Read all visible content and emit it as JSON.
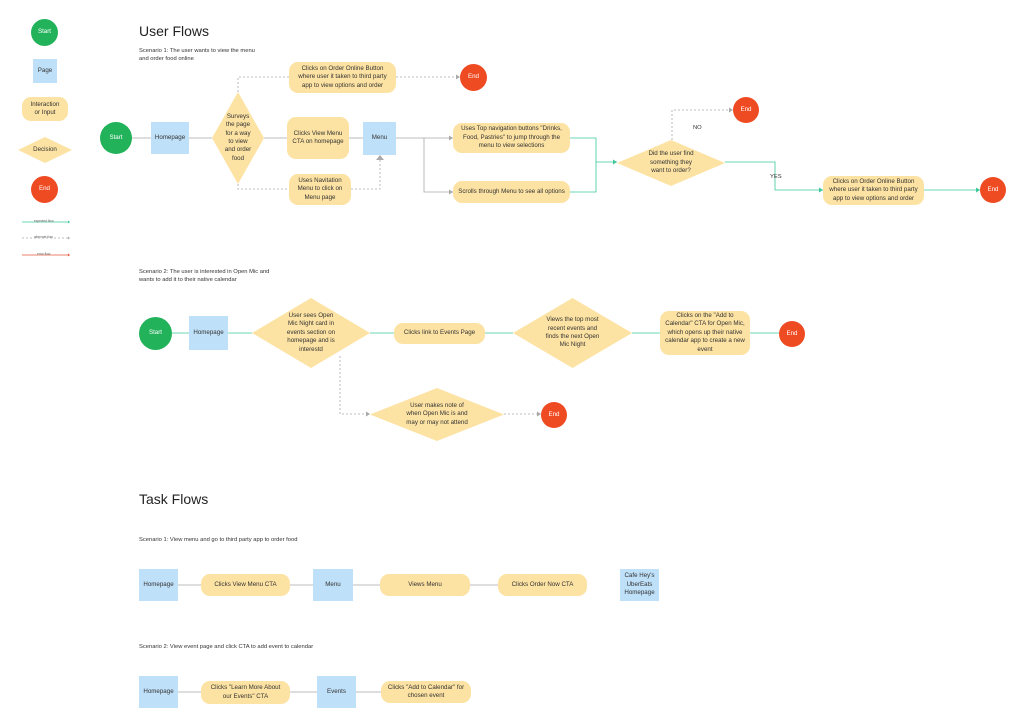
{
  "legend": {
    "start": "Start",
    "page": "Page",
    "interaction": "Interaction or Input",
    "decision": "Decision",
    "end": "End",
    "expected_flow": "expected flow",
    "alternate_flow": "alternate flow",
    "error_flow": "error flow"
  },
  "colors": {
    "start": "#22b25a",
    "end": "#ef4b23",
    "page": "#bfe0f9",
    "action": "#fde3a3",
    "expected_flow": "#3cc79a",
    "alternate_flow": "#a9a9a9",
    "error_flow": "#e8563a"
  },
  "user_flows": {
    "title": "User Flows",
    "scenario1": {
      "caption": "Scenario 1: The user wants to view the menu and order food online",
      "start": "Start",
      "homepage": "Homepage",
      "surveys": "Surveys the page for a way to view and order food",
      "order_online_top": "Clicks on Order Online Button where user it taken to third party app to view options and order",
      "end_top": "End",
      "view_menu_cta": "Clicks View Menu CTA on homepage",
      "nav_menu": "Uses Navitation Menu to click on Menu page",
      "menu": "Menu",
      "top_nav_buttons": "Uses Top navigation buttons \"Drinks, Food, Pastries\" to jump through the menu to view selections",
      "scrolls": "Scrolls through Menu to see all options",
      "did_find": "Did the user find something they want to order?",
      "no_label": "NO",
      "end_no": "End",
      "yes_label": "YES",
      "order_online_right": "Clicks on Order Online Button where user it taken to third party app to view options and order",
      "end_right": "End"
    },
    "scenario2": {
      "caption": "Scenario 2: The user is interested in Open Mic and wants to add it to their native calendar",
      "start": "Start",
      "homepage": "Homepage",
      "sees_card": "User sees Open Mic Night card in events section on homepage and is interestd",
      "events_link": "Clicks link to Events Page",
      "views_events": "Views the top most recent events and finds the next Open Mic Night",
      "add_calendar": "Clicks on the \"Add to Calendar\" CTA for Open Mic, which opens up their native calendar app to create a new event",
      "end_main": "End",
      "makes_note": "User makes note of when Open Mic is and may or may not attend",
      "end_note": "End"
    }
  },
  "task_flows": {
    "title": "Task Flows",
    "scenario1": {
      "caption": "Scenario 1: View menu and go to third party app to order food",
      "homepage": "Homepage",
      "view_menu_cta": "Clicks View Menu CTA",
      "menu": "Menu",
      "views_menu": "Views Menu",
      "order_now": "Clicks Order Now CTA",
      "ubereats": "Cafe Hey's UberEats Homepage"
    },
    "scenario2": {
      "caption": "Scenario 2: View event page and click CTA to add event to calendar",
      "homepage": "Homepage",
      "learn_more": "Clicks \"Learn More About our Events\" CTA",
      "events": "Events",
      "add_calendar": "Clicks \"Add to Calendar\" for chosen event"
    }
  }
}
